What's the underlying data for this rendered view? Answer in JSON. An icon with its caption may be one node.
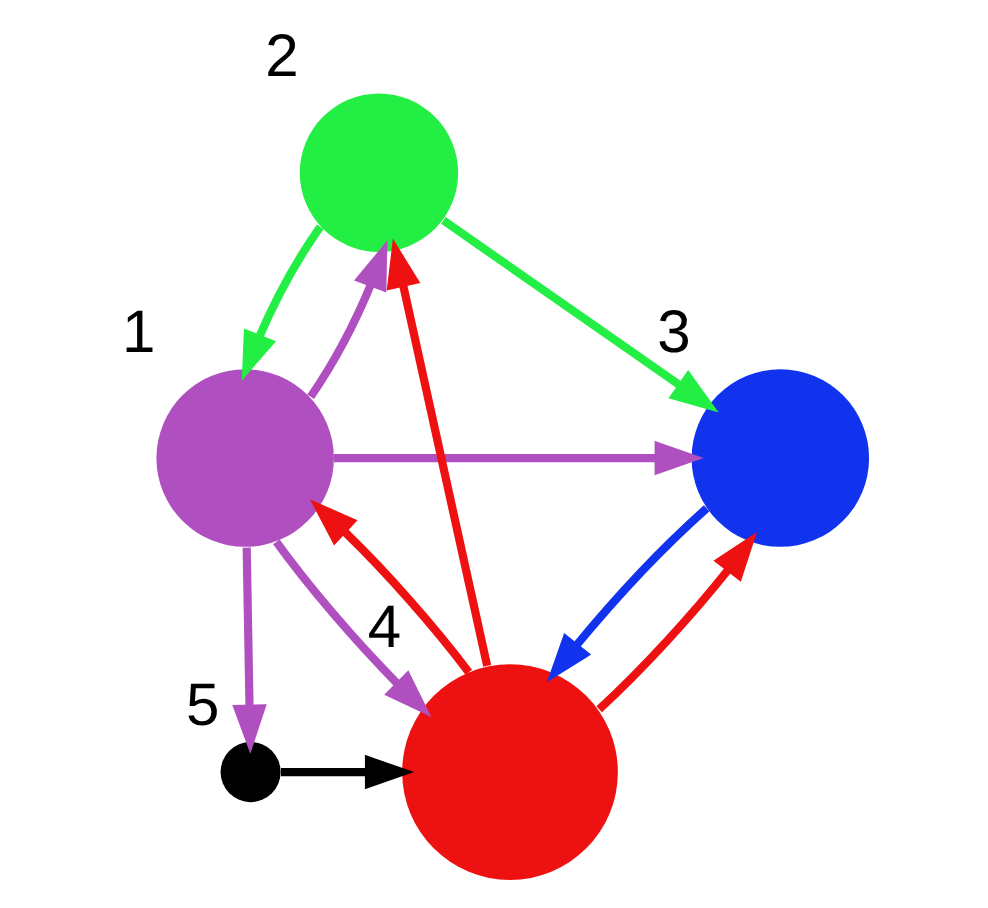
{
  "diagram": {
    "nodes": [
      {
        "text": [],
        "shape": "circle",
        "beside": [
          "1"
        ]
      },
      {
        "text": [],
        "shape": "circle",
        "beside": [
          "2"
        ]
      },
      {
        "text": [],
        "shape": "circle",
        "beside": [
          "3"
        ]
      },
      {
        "text": [],
        "shape": "circle",
        "beside": [
          "4"
        ]
      },
      {
        "text": [],
        "shape": "circle",
        "beside": [
          "5"
        ]
      }
    ],
    "edges": [
      {
        "from": 1,
        "to": 0,
        "arrow": "to",
        "color": "#22ee44"
      },
      {
        "from": 1,
        "to": 2,
        "arrow": "to",
        "color": "#22ee44"
      },
      {
        "from": 0,
        "to": 1,
        "arrow": "to",
        "color": "#b050c0"
      },
      {
        "from": 0,
        "to": 2,
        "arrow": "to",
        "color": "#b050c0"
      },
      {
        "from": 0,
        "to": 4,
        "arrow": "to",
        "color": "#b050c0"
      },
      {
        "from": 0,
        "to": 3,
        "arrow": "to",
        "color": "#b050c0"
      },
      {
        "from": 3,
        "to": 0,
        "arrow": "to",
        "color": "#ee1111"
      },
      {
        "from": 3,
        "to": 1,
        "arrow": "to",
        "color": "#ee1111"
      },
      {
        "from": 3,
        "to": 2,
        "arrow": "to",
        "color": "#ee1111"
      },
      {
        "from": 2,
        "to": 3,
        "arrow": "to",
        "color": "#1133ee"
      },
      {
        "from": 4,
        "to": 3,
        "arrow": "to",
        "color": "#000000"
      }
    ]
  }
}
